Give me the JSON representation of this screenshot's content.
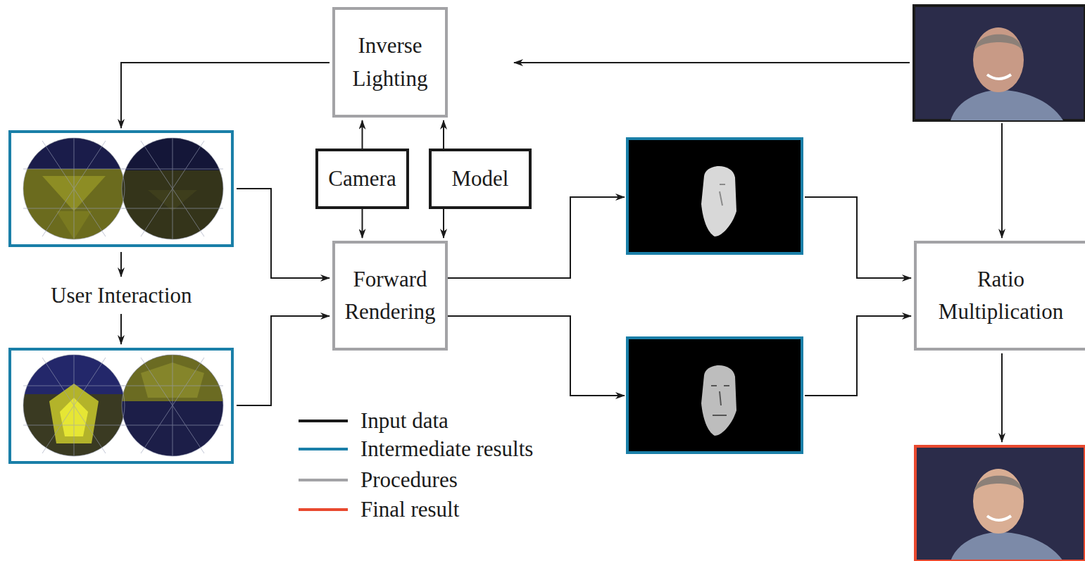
{
  "diagram": {
    "nodes": [
      {
        "text": [
          "Inverse Lighting"
        ]
      },
      {
        "text": [
          "Camera"
        ]
      },
      {
        "text": [
          "Model"
        ]
      },
      {
        "text": [
          "Forward Rendering"
        ]
      },
      {
        "text": [
          "Ratio Multiplication"
        ]
      }
    ],
    "edges": [
      {
        "from": 1,
        "to": 0,
        "arrow": "to"
      },
      {
        "from": 2,
        "to": 0,
        "arrow": "to"
      },
      {
        "from": 1,
        "to": 3,
        "arrow": "to"
      },
      {
        "from": 2,
        "to": 3,
        "arrow": "to"
      }
    ],
    "labels": [
      "User Interaction"
    ],
    "legend": [
      {
        "text": "Input data"
      },
      {
        "text": "Intermediate results"
      },
      {
        "text": "Procedures"
      },
      {
        "text": "Final result"
      }
    ]
  }
}
